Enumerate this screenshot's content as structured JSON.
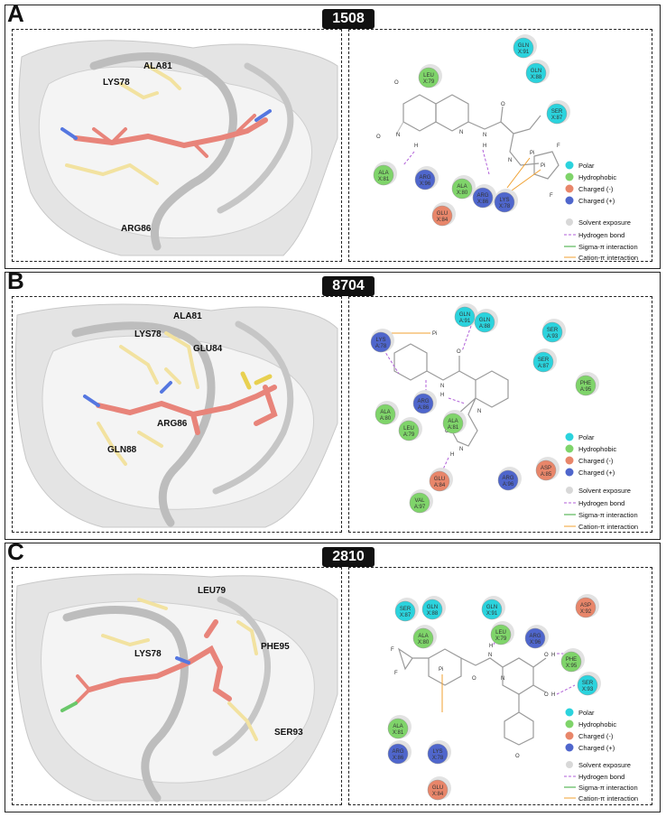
{
  "panels": [
    {
      "letter": "A",
      "compound_id": "1508",
      "structure_labels": [
        "ALA81",
        "LYS78",
        "ARG86"
      ],
      "residues": [
        {
          "name": "GLN",
          "id": "X:91",
          "type": "polar"
        },
        {
          "name": "GLN",
          "id": "X:88",
          "type": "polar"
        },
        {
          "name": "LEU",
          "id": "X:79",
          "type": "hydrophobic"
        },
        {
          "name": "SER",
          "id": "X:87",
          "type": "polar"
        },
        {
          "name": "ALA",
          "id": "X:81",
          "type": "hydrophobic"
        },
        {
          "name": "ARG",
          "id": "X:96",
          "type": "charged_pos"
        },
        {
          "name": "ALA",
          "id": "X:80",
          "type": "hydrophobic"
        },
        {
          "name": "ARG",
          "id": "X:86",
          "type": "charged_pos"
        },
        {
          "name": "LYS",
          "id": "X:78",
          "type": "charged_pos"
        },
        {
          "name": "GLU",
          "id": "X:84",
          "type": "charged_neg"
        }
      ],
      "atoms": [
        "O",
        "N",
        "O",
        "H",
        "N",
        "N",
        "H",
        "O",
        "N",
        "F",
        "F",
        "Pi",
        "Pi"
      ]
    },
    {
      "letter": "B",
      "compound_id": "8704",
      "structure_labels": [
        "ALA81",
        "LYS78",
        "GLU84",
        "ARG86",
        "GLN88"
      ],
      "residues": [
        {
          "name": "GLN",
          "id": "A:91",
          "type": "polar"
        },
        {
          "name": "GLN",
          "id": "A:88",
          "type": "polar"
        },
        {
          "name": "LYS",
          "id": "A:78",
          "type": "charged_pos"
        },
        {
          "name": "SER",
          "id": "A:93",
          "type": "polar"
        },
        {
          "name": "SER",
          "id": "A:87",
          "type": "polar"
        },
        {
          "name": "PHE",
          "id": "A:95",
          "type": "hydrophobic"
        },
        {
          "name": "ARG",
          "id": "A:86",
          "type": "charged_pos"
        },
        {
          "name": "ALA",
          "id": "A:80",
          "type": "hydrophobic"
        },
        {
          "name": "LEU",
          "id": "A:79",
          "type": "hydrophobic"
        },
        {
          "name": "ALA",
          "id": "A:81",
          "type": "hydrophobic"
        },
        {
          "name": "ASP",
          "id": "A:85",
          "type": "charged_neg"
        },
        {
          "name": "GLU",
          "id": "A:84",
          "type": "charged_neg"
        },
        {
          "name": "ARG",
          "id": "A:96",
          "type": "charged_pos"
        },
        {
          "name": "VAL",
          "id": "A:97",
          "type": "hydrophobic"
        }
      ],
      "atoms": [
        "Pi",
        "N",
        "H",
        "O",
        "N",
        "S",
        "O",
        "O",
        "N",
        "H"
      ]
    },
    {
      "letter": "C",
      "compound_id": "2810",
      "structure_labels": [
        "LEU79",
        "LYS78",
        "PHE95",
        "SER93"
      ],
      "residues": [
        {
          "name": "SER",
          "id": "X:87",
          "type": "polar"
        },
        {
          "name": "GLN",
          "id": "X:88",
          "type": "polar"
        },
        {
          "name": "GLN",
          "id": "X:91",
          "type": "polar"
        },
        {
          "name": "ASP",
          "id": "X:92",
          "type": "charged_neg"
        },
        {
          "name": "ALA",
          "id": "X:80",
          "type": "hydrophobic"
        },
        {
          "name": "ARG",
          "id": "X:96",
          "type": "charged_pos"
        },
        {
          "name": "LEU",
          "id": "X:79",
          "type": "hydrophobic"
        },
        {
          "name": "PHE",
          "id": "X:95",
          "type": "hydrophobic"
        },
        {
          "name": "SER",
          "id": "X:93",
          "type": "polar"
        },
        {
          "name": "ALA",
          "id": "X:81",
          "type": "hydrophobic"
        },
        {
          "name": "ARG",
          "id": "X:86",
          "type": "charged_pos"
        },
        {
          "name": "LYS",
          "id": "X:78",
          "type": "charged_pos"
        },
        {
          "name": "GLU",
          "id": "X:84",
          "type": "charged_neg"
        }
      ],
      "atoms": [
        "F",
        "F",
        "Pi",
        "N",
        "H",
        "O",
        "N",
        "O",
        "H",
        "O",
        "H",
        "O"
      ]
    }
  ],
  "legend": {
    "polar": "Polar",
    "hydrophobic": "Hydrophobic",
    "charged_neg": "Charged (-)",
    "charged_pos": "Charged (+)",
    "solvent": "Solvent exposure",
    "hbond": "Hydrogen bond",
    "sigma": "Sigma-π interaction",
    "cation": "Cation-π interaction"
  },
  "colors": {
    "polar": "#2bd3dd",
    "hydrophobic": "#7fd46a",
    "charged_neg": "#e8866a",
    "charged_pos": "#4f66cc",
    "hbond": "#b05fd8",
    "sigma": "#3aa83a",
    "cation": "#f0a030"
  }
}
